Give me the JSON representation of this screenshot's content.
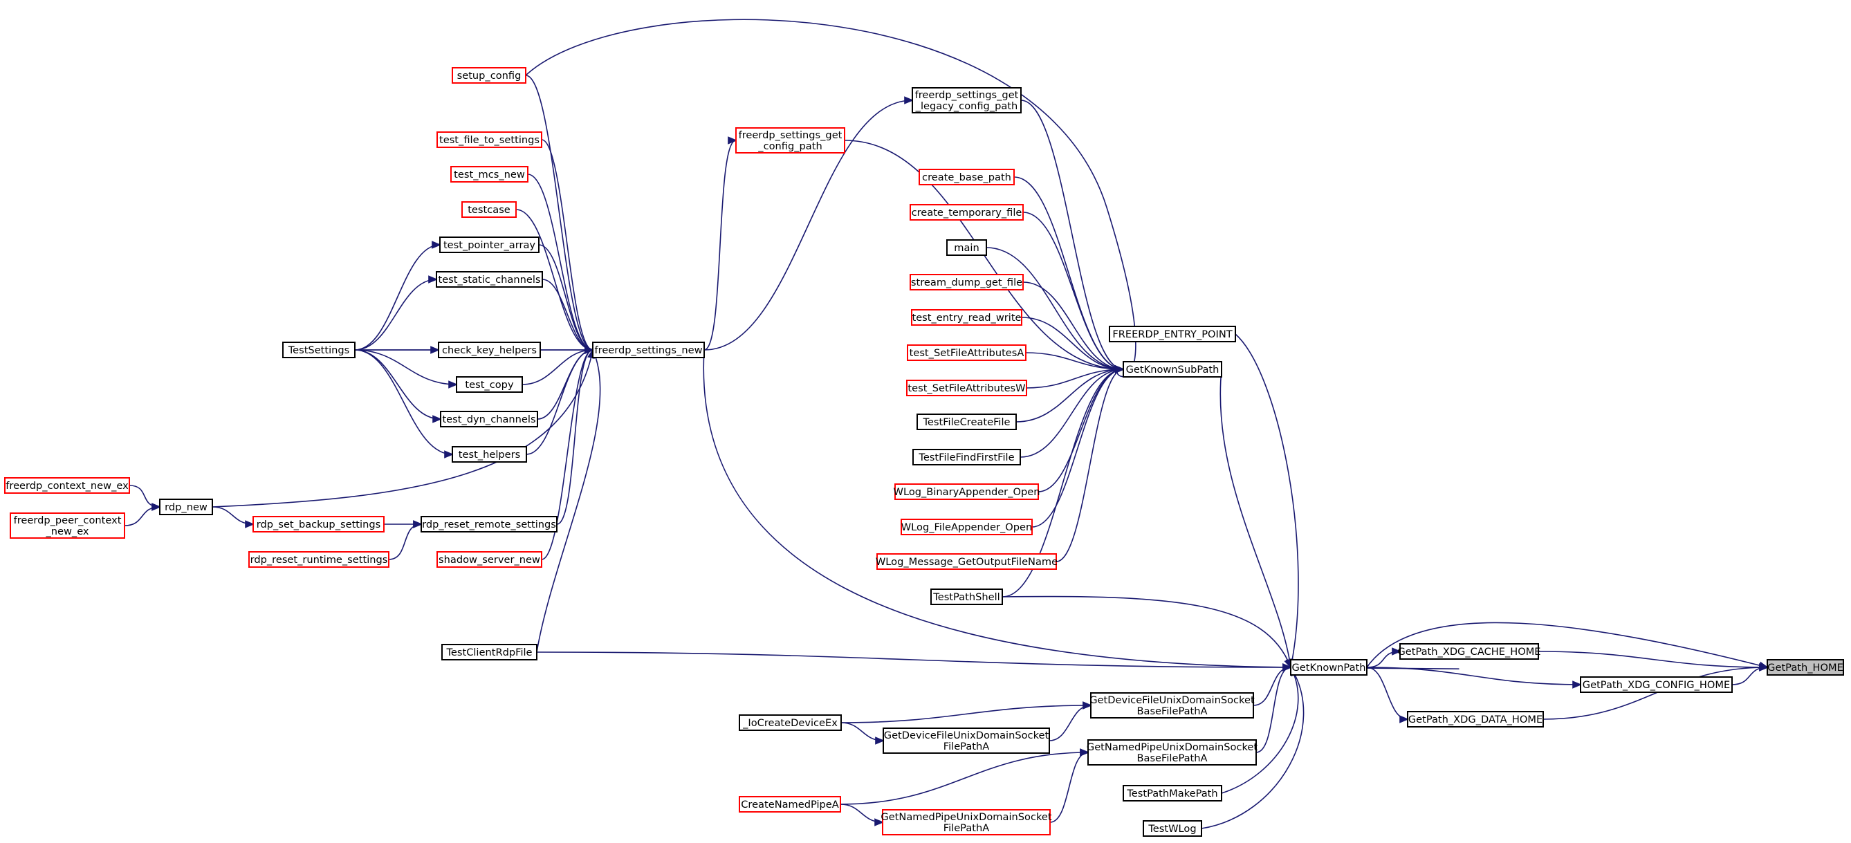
{
  "colors": {
    "edge": "#191970",
    "border_normal": "#000000",
    "border_truncated": "#ff0000",
    "fill_normal": "#ffffff",
    "fill_root": "#bfbfbf"
  },
  "nodes": {
    "getpath_home": {
      "lines": [
        "GetPath_HOME"
      ],
      "style": "root"
    },
    "getkownpath": {
      "lines": [
        "GetKnownPath"
      ],
      "style": "normal"
    },
    "getpath_xdg_cache_home": {
      "lines": [
        "GetPath_XDG_CACHE_HOME"
      ],
      "style": "normal"
    },
    "getpath_xdg_config_home": {
      "lines": [
        "GetPath_XDG_CONFIG_HOME"
      ],
      "style": "normal"
    },
    "getpath_xdg_data_home": {
      "lines": [
        "GetPath_XDG_DATA_HOME"
      ],
      "style": "normal"
    },
    "getknownsubpath": {
      "lines": [
        "GetKnownSubPath"
      ],
      "style": "normal"
    },
    "freerdp_entry_point": {
      "lines": [
        "FREERDP_ENTRY_POINT"
      ],
      "style": "normal"
    },
    "freerdp_settings_new": {
      "lines": [
        "freerdp_settings_new"
      ],
      "style": "normal"
    },
    "testclientrdpfile": {
      "lines": [
        "TestClientRdpFile"
      ],
      "style": "normal"
    },
    "getdevicefile_base": {
      "lines": [
        "GetDeviceFileUnixDomainSocket",
        "BaseFilePathA"
      ],
      "style": "normal"
    },
    "getdevicefile": {
      "lines": [
        "GetDeviceFileUnixDomainSocket",
        "FilePathA"
      ],
      "style": "normal"
    },
    "getnamedpipe_base": {
      "lines": [
        "GetNamedPipeUnixDomainSocket",
        "BaseFilePathA"
      ],
      "style": "normal"
    },
    "getnamedpipe": {
      "lines": [
        "GetNamedPipeUnixDomainSocket",
        "FilePathA"
      ],
      "style": "truncated"
    },
    "testpathmakepath": {
      "lines": [
        "TestPathMakePath"
      ],
      "style": "normal"
    },
    "testwlog": {
      "lines": [
        "TestWLog"
      ],
      "style": "normal"
    },
    "iocreatedeviceex": {
      "lines": [
        "_IoCreateDeviceEx"
      ],
      "style": "normal"
    },
    "createnamedpipea": {
      "lines": [
        "CreateNamedPipeA"
      ],
      "style": "truncated"
    },
    "testpathshell": {
      "lines": [
        "TestPathShell"
      ],
      "style": "normal"
    },
    "freerdp_settings_get_legacy": {
      "lines": [
        "freerdp_settings_get",
        "_legacy_config_path"
      ],
      "style": "normal"
    },
    "freerdp_settings_get_config": {
      "lines": [
        "freerdp_settings_get",
        "_config_path"
      ],
      "style": "truncated"
    },
    "create_base_path": {
      "lines": [
        "create_base_path"
      ],
      "style": "truncated"
    },
    "create_temporary_file": {
      "lines": [
        "create_temporary_file"
      ],
      "style": "truncated"
    },
    "main": {
      "lines": [
        "main"
      ],
      "style": "normal"
    },
    "stream_dump_get_file": {
      "lines": [
        "stream_dump_get_file"
      ],
      "style": "truncated"
    },
    "test_entry_read_write": {
      "lines": [
        "test_entry_read_write"
      ],
      "style": "truncated"
    },
    "test_setfileattributesa": {
      "lines": [
        "test_SetFileAttributesA"
      ],
      "style": "truncated"
    },
    "test_setfileattributesw": {
      "lines": [
        "test_SetFileAttributesW"
      ],
      "style": "truncated"
    },
    "testfilecreatefile": {
      "lines": [
        "TestFileCreateFile"
      ],
      "style": "normal"
    },
    "testfilefindfirstfile": {
      "lines": [
        "TestFileFindFirstFile"
      ],
      "style": "normal"
    },
    "wlog_binaryappender_open": {
      "lines": [
        "WLog_BinaryAppender_Open"
      ],
      "style": "truncated"
    },
    "wlog_fileappender_open": {
      "lines": [
        "WLog_FileAppender_Open"
      ],
      "style": "truncated"
    },
    "wlog_message_getoutputfilename": {
      "lines": [
        "WLog_Message_GetOutputFileName"
      ],
      "style": "truncated"
    },
    "setup_config": {
      "lines": [
        "setup_config"
      ],
      "style": "truncated"
    },
    "test_file_to_settings": {
      "lines": [
        "test_file_to_settings"
      ],
      "style": "truncated"
    },
    "test_mcs_new": {
      "lines": [
        "test_mcs_new"
      ],
      "style": "truncated"
    },
    "testcase": {
      "lines": [
        "testcase"
      ],
      "style": "truncated"
    },
    "test_pointer_array": {
      "lines": [
        "test_pointer_array"
      ],
      "style": "normal"
    },
    "test_static_channels": {
      "lines": [
        "test_static_channels"
      ],
      "style": "normal"
    },
    "check_key_helpers": {
      "lines": [
        "check_key_helpers"
      ],
      "style": "normal"
    },
    "test_copy": {
      "lines": [
        "test_copy"
      ],
      "style": "normal"
    },
    "test_dyn_channels": {
      "lines": [
        "test_dyn_channels"
      ],
      "style": "normal"
    },
    "test_helpers": {
      "lines": [
        "test_helpers"
      ],
      "style": "normal"
    },
    "rdp_reset_remote_settings": {
      "lines": [
        "rdp_reset_remote_settings"
      ],
      "style": "normal"
    },
    "shadow_server_new": {
      "lines": [
        "shadow_server_new"
      ],
      "style": "truncated"
    },
    "testsettings": {
      "lines": [
        "TestSettings"
      ],
      "style": "normal"
    },
    "rdp_new": {
      "lines": [
        "rdp_new"
      ],
      "style": "normal"
    },
    "rdp_set_backup_settings": {
      "lines": [
        "rdp_set_backup_settings"
      ],
      "style": "truncated"
    },
    "rdp_reset_runtime_settings": {
      "lines": [
        "rdp_reset_runtime_settings"
      ],
      "style": "truncated"
    },
    "freerdp_context_new_ex": {
      "lines": [
        "freerdp_context_new_ex"
      ],
      "style": "truncated"
    },
    "freerdp_peer_context_new_ex": {
      "lines": [
        "freerdp_peer_context",
        "_new_ex"
      ],
      "style": "truncated"
    }
  },
  "edges": [
    {
      "from": "getkownpath",
      "to": "getpath_home"
    },
    {
      "from": "getpath_xdg_cache_home",
      "to": "getpath_home"
    },
    {
      "from": "getpath_xdg_config_home",
      "to": "getpath_home"
    },
    {
      "from": "getpath_xdg_data_home",
      "to": "getpath_home"
    },
    {
      "from": "getkownpath",
      "to": "getpath_xdg_cache_home"
    },
    {
      "from": "getkownpath",
      "to": "getpath_xdg_config_home"
    },
    {
      "from": "getkownpath",
      "to": "getpath_xdg_data_home"
    },
    {
      "from": "getknownsubpath",
      "to": "getkownpath"
    },
    {
      "from": "freerdp_entry_point",
      "to": "getkownpath"
    },
    {
      "from": "freerdp_settings_new",
      "to": "getkownpath"
    },
    {
      "from": "testclientrdpfile",
      "to": "getkownpath"
    },
    {
      "from": "getdevicefile_base",
      "to": "getkownpath"
    },
    {
      "from": "getnamedpipe_base",
      "to": "getkownpath"
    },
    {
      "from": "testpathmakepath",
      "to": "getkownpath"
    },
    {
      "from": "testwlog",
      "to": "getkownpath"
    },
    {
      "from": "testpathshell",
      "to": "getkownpath"
    },
    {
      "from": "getdevicefile",
      "to": "getdevicefile_base"
    },
    {
      "from": "iocreatedeviceex",
      "to": "getdevicefile_base"
    },
    {
      "from": "iocreatedeviceex",
      "to": "getdevicefile"
    },
    {
      "from": "getnamedpipe",
      "to": "getnamedpipe_base"
    },
    {
      "from": "createnamedpipea",
      "to": "getnamedpipe_base"
    },
    {
      "from": "createnamedpipea",
      "to": "getnamedpipe"
    },
    {
      "from": "setup_config",
      "to": "getknownsubpath"
    },
    {
      "from": "freerdp_settings_get_legacy",
      "to": "getknownsubpath"
    },
    {
      "from": "freerdp_settings_get_config",
      "to": "getknownsubpath"
    },
    {
      "from": "create_base_path",
      "to": "getknownsubpath"
    },
    {
      "from": "create_temporary_file",
      "to": "getknownsubpath"
    },
    {
      "from": "main",
      "to": "getknownsubpath"
    },
    {
      "from": "stream_dump_get_file",
      "to": "getknownsubpath"
    },
    {
      "from": "test_entry_read_write",
      "to": "getknownsubpath"
    },
    {
      "from": "test_setfileattributesa",
      "to": "getknownsubpath"
    },
    {
      "from": "test_setfileattributesw",
      "to": "getknownsubpath"
    },
    {
      "from": "testfilecreatefile",
      "to": "getknownsubpath"
    },
    {
      "from": "testfilefindfirstfile",
      "to": "getknownsubpath"
    },
    {
      "from": "wlog_binaryappender_open",
      "to": "getknownsubpath"
    },
    {
      "from": "wlog_fileappender_open",
      "to": "getknownsubpath"
    },
    {
      "from": "wlog_message_getoutputfilename",
      "to": "getknownsubpath"
    },
    {
      "from": "testpathshell",
      "to": "getknownsubpath"
    },
    {
      "from": "freerdp_settings_new",
      "to": "freerdp_settings_get_legacy"
    },
    {
      "from": "freerdp_settings_new",
      "to": "freerdp_settings_get_config"
    },
    {
      "from": "setup_config",
      "to": "freerdp_settings_new"
    },
    {
      "from": "test_file_to_settings",
      "to": "freerdp_settings_new"
    },
    {
      "from": "test_mcs_new",
      "to": "freerdp_settings_new"
    },
    {
      "from": "testcase",
      "to": "freerdp_settings_new"
    },
    {
      "from": "test_pointer_array",
      "to": "freerdp_settings_new"
    },
    {
      "from": "test_static_channels",
      "to": "freerdp_settings_new"
    },
    {
      "from": "check_key_helpers",
      "to": "freerdp_settings_new"
    },
    {
      "from": "test_copy",
      "to": "freerdp_settings_new"
    },
    {
      "from": "test_dyn_channels",
      "to": "freerdp_settings_new"
    },
    {
      "from": "test_helpers",
      "to": "freerdp_settings_new"
    },
    {
      "from": "rdp_reset_remote_settings",
      "to": "freerdp_settings_new"
    },
    {
      "from": "shadow_server_new",
      "to": "freerdp_settings_new"
    },
    {
      "from": "testclientrdpfile",
      "to": "freerdp_settings_new"
    },
    {
      "from": "testsettings",
      "to": "freerdp_settings_new"
    },
    {
      "from": "rdp_new",
      "to": "freerdp_settings_new"
    },
    {
      "from": "testsettings",
      "to": "test_pointer_array"
    },
    {
      "from": "testsettings",
      "to": "test_static_channels"
    },
    {
      "from": "testsettings",
      "to": "check_key_helpers"
    },
    {
      "from": "testsettings",
      "to": "test_copy"
    },
    {
      "from": "testsettings",
      "to": "test_dyn_channels"
    },
    {
      "from": "testsettings",
      "to": "test_helpers"
    },
    {
      "from": "rdp_set_backup_settings",
      "to": "rdp_reset_remote_settings"
    },
    {
      "from": "rdp_reset_runtime_settings",
      "to": "rdp_reset_remote_settings"
    },
    {
      "from": "rdp_new",
      "to": "rdp_set_backup_settings"
    },
    {
      "from": "freerdp_context_new_ex",
      "to": "rdp_new"
    },
    {
      "from": "freerdp_peer_context_new_ex",
      "to": "rdp_new"
    }
  ]
}
